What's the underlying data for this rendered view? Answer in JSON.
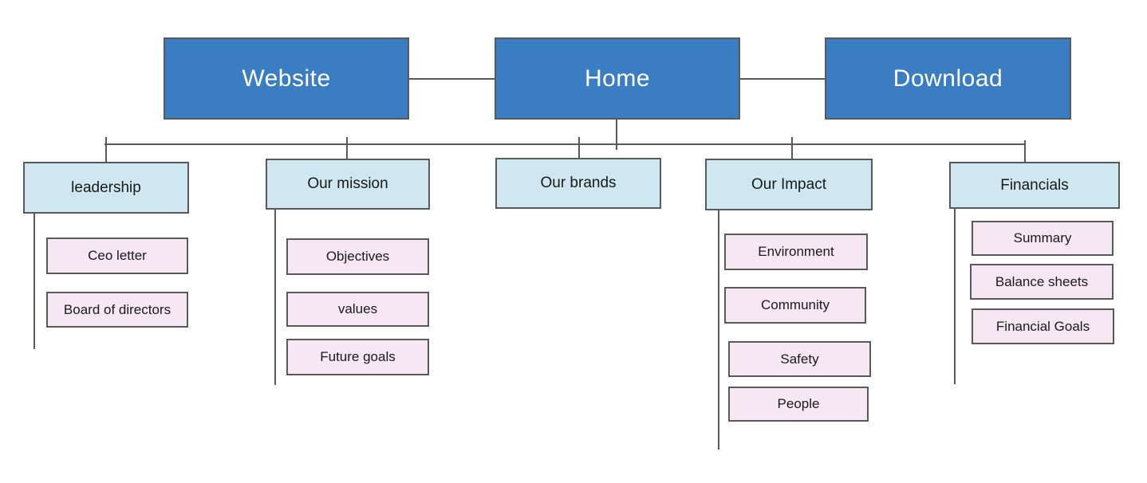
{
  "diagram": {
    "type": "sitemap-flowchart",
    "top_nodes": [
      {
        "label": "Website"
      },
      {
        "label": "Home"
      },
      {
        "label": "Download"
      }
    ],
    "sections": [
      {
        "label": "leadership",
        "children": [
          "Ceo letter",
          "Board of directors"
        ]
      },
      {
        "label": "Our mission",
        "children": [
          "Objectives",
          "values",
          "Future goals"
        ]
      },
      {
        "label": "Our brands",
        "children": []
      },
      {
        "label": "Our Impact",
        "children": [
          "Environment",
          "Community",
          "Safety",
          "People"
        ]
      },
      {
        "label": "Financials",
        "children": [
          "Summary",
          "Balance sheets",
          "Financial Goals"
        ]
      }
    ],
    "colors": {
      "top_node_bg": "#3a7dc3",
      "top_node_text": "#ffffff",
      "section_bg": "#cfe7f0",
      "child_bg": "#f6e7f2",
      "node_border": "#595959",
      "connector": "#595959",
      "text": "#1a1a1a",
      "background": "#ffffff"
    }
  }
}
